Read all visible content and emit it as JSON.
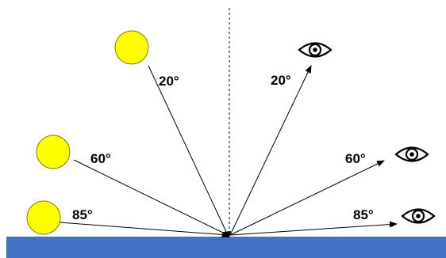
{
  "diagram": {
    "colors": {
      "background": "#ffffff",
      "surface": "#4472c4",
      "sun_fill": "#ffff00",
      "sun_stroke": "#7f7f00",
      "line": "#000000"
    },
    "illumination": [
      {
        "label": "20°",
        "icon": "sun-icon"
      },
      {
        "label": "60°",
        "icon": "sun-icon"
      },
      {
        "label": "85°",
        "icon": "sun-icon"
      }
    ],
    "viewing": [
      {
        "label": "20°",
        "icon": "eye-icon"
      },
      {
        "label": "60°",
        "icon": "eye-icon"
      },
      {
        "label": "85°",
        "icon": "eye-icon"
      }
    ]
  }
}
